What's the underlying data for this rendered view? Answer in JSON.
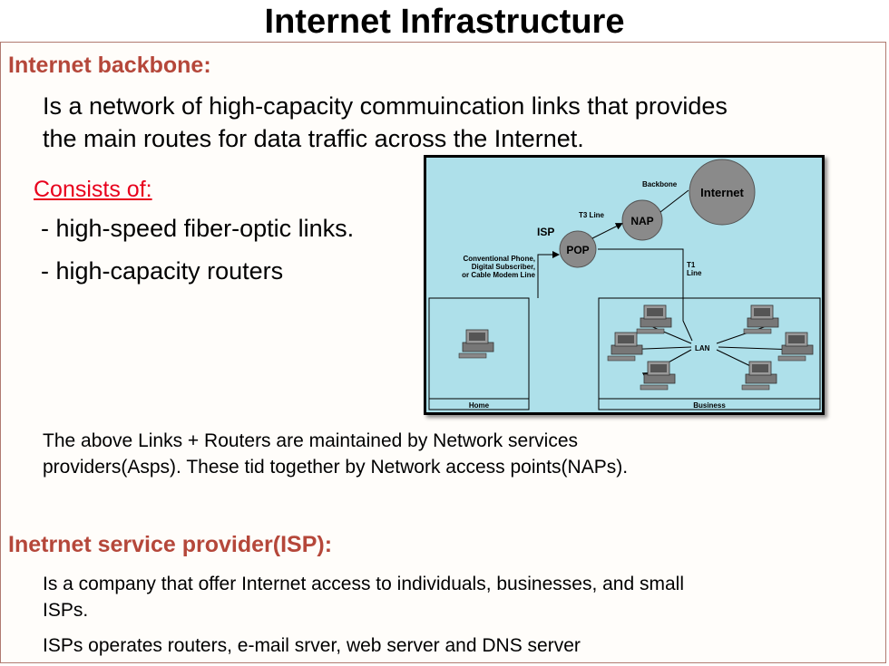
{
  "slide": {
    "title": "Internet Infrastructure",
    "backbone_heading": "Internet backbone:",
    "backbone_line1": "Is a network of high-capacity commuincation links that provides",
    "backbone_line2": "the main routes for data traffic across the Internet.",
    "consists_label": "Consists of: ",
    "bullet1": "- high-speed fiber-optic links.",
    "bullet2": "- high-capacity routers",
    "links_line1": "The above Links + Routers are maintained by Network services",
    "links_line2": "providers(Asps). These tid together by Network access points(NAPs).",
    "isp_heading": "Inetrnet service provider(ISP):",
    "isp_line1": "Is a company that offer Internet access to individuals, businesses, and small",
    "isp_line2": "ISPs.",
    "isp_line3": "ISPs operates routers, e-mail srver, web server and DNS server"
  },
  "diagram": {
    "internet": "Internet",
    "backbone": "Backbone",
    "nap": "NAP",
    "t3_line": "T3 Line",
    "isp": "ISP",
    "pop": "POP",
    "conv_1": "Conventional Phone,",
    "conv_2": "Digital Subscriber,",
    "conv_3": "or Cable Modem Line",
    "t1_1": "T1",
    "t1_2": "Line",
    "lan": "LAN",
    "home": "Home",
    "business": "Business"
  },
  "colors": {
    "heading": "#b5473a",
    "consists": "#e8001c",
    "diagram_bg": "#aee0ea",
    "node": "#8a8a8a"
  }
}
